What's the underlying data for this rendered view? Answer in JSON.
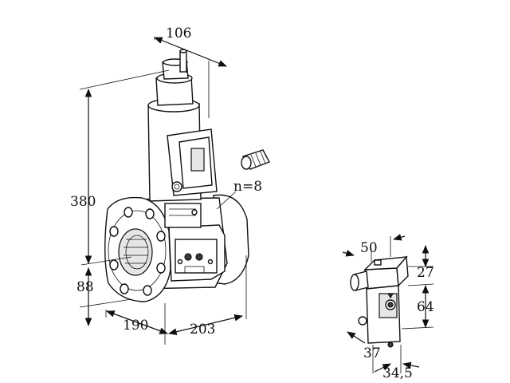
{
  "dimensions": {
    "top_width": "106",
    "height_total": "380",
    "height_lower": "88",
    "depth_front": "190",
    "depth_side": "203",
    "bolts": "n=8",
    "coil_width": "50",
    "coil_top": "27",
    "coil_height": "64",
    "coil_depth": "37",
    "coil_bottom": "34,5"
  }
}
